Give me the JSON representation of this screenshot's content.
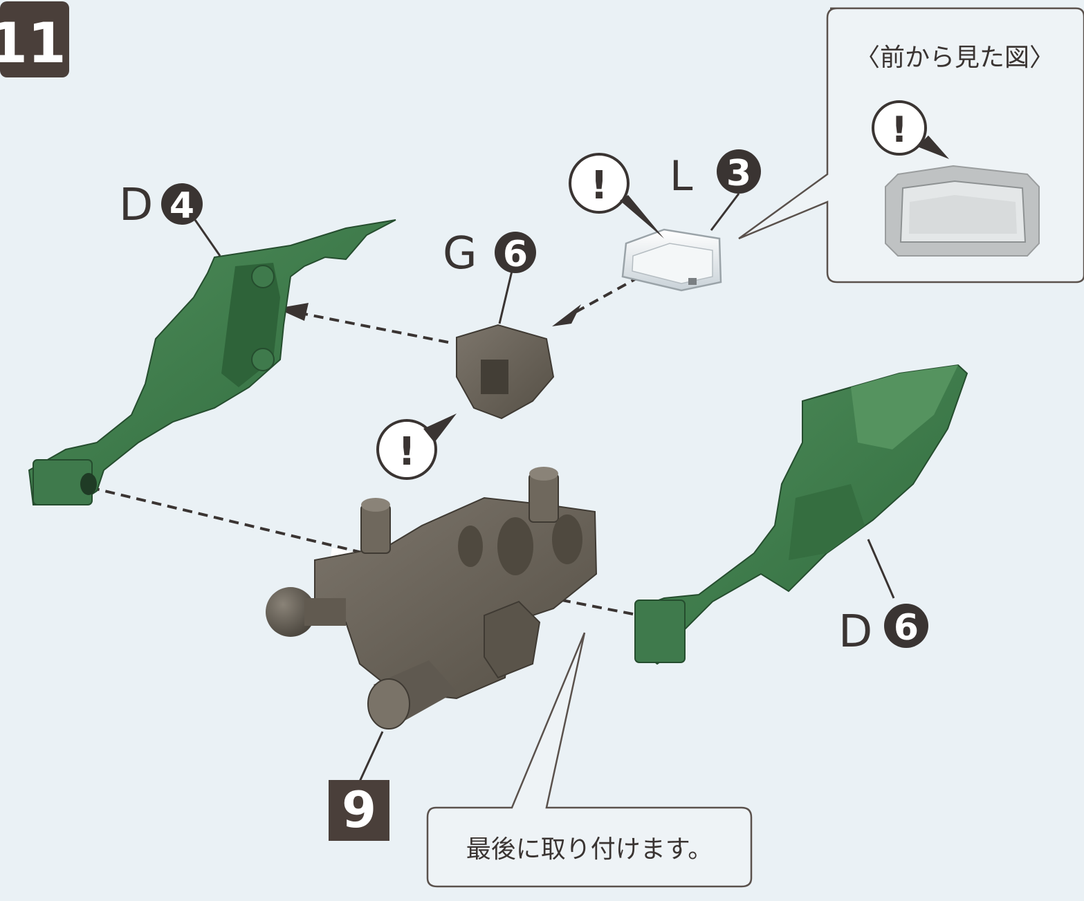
{
  "step": {
    "number": "11"
  },
  "callout_front_view": {
    "title": "〈前から見た図〉"
  },
  "note_callout": {
    "text": "最後に取り付けます。"
  },
  "parts": {
    "d4": {
      "letter": "D",
      "number": "4"
    },
    "g6": {
      "letter": "G",
      "number": "6"
    },
    "l3": {
      "letter": "L",
      "number": "3"
    },
    "d6": {
      "letter": "D",
      "number": "6"
    },
    "sub9": {
      "number": "9"
    }
  },
  "warning_marks": [
    "!",
    "!",
    "!",
    "!"
  ],
  "colors": {
    "background": "#eaf1f5",
    "green_part": "#3f7a4c",
    "grey_part": "#6b6459",
    "label_dark": "#3a3432",
    "clear_part": "#dfe6ea"
  },
  "icons": [
    "exclamation-icon",
    "dashed-arrow-icon",
    "leader-line-icon"
  ]
}
